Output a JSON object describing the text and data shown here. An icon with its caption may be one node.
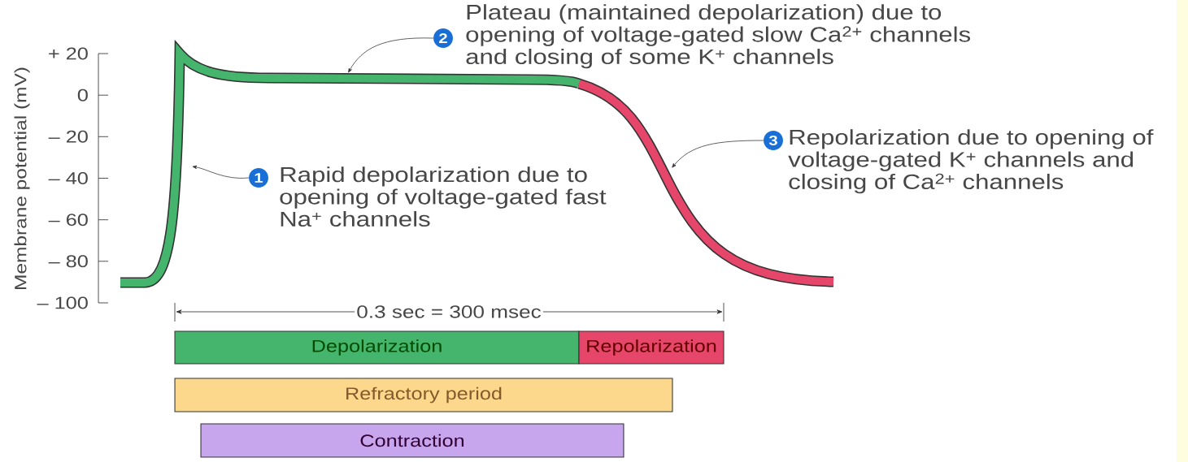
{
  "diagram": {
    "nodes": [
      {
        "text": [
          "1"
        ],
        "beside": [
          "Rapid depolarization due to opening of voltage-gated fast Na$^{+}$ channels"
        ]
      },
      {
        "text": [
          "2"
        ],
        "beside": [
          "Plateau (maintained depolarization) due to opening of voltage-gated slow Ca$^{2+}$ channels and closing of some K$^{+}$ channels"
        ]
      },
      {
        "text": [
          "3"
        ],
        "beside": [
          "Repolarization due to opening of voltage-gated K$^{+}$ channels and closing of Ca$^{2+}$ channels"
        ]
      },
      {
        "text": [
          "Depolarization"
        ]
      },
      {
        "text": [
          "Repolarization"
        ]
      },
      {
        "text": [
          "Refractory period"
        ]
      },
      {
        "text": [
          "Contraction"
        ]
      }
    ],
    "edges": [
      {
        "from": 0,
        "to": null,
        "arrow": "to"
      },
      {
        "from": 1,
        "to": null,
        "arrow": "to"
      },
      {
        "from": 2,
        "to": null,
        "arrow": "to"
      }
    ],
    "labels": [
      "Membrane potential (mV)",
      "+ 20",
      "0",
      "– 20",
      "– 40",
      "– 60",
      "– 80",
      "– 100",
      "0.3 sec = 300 msec"
    ]
  }
}
